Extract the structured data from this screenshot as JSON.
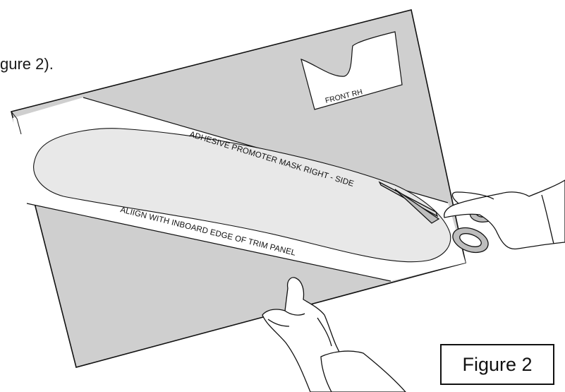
{
  "intro_text": "gure 2).",
  "figure_label": "Figure 2",
  "labels": {
    "front_rh": "FRONT RH",
    "mask_title": "ADHESIVE PROMOTER MASK RIGHT - SIDE",
    "align_note": "ALIIGN WITH INBOARD EDGE OF  TRIM PANEL"
  },
  "colors": {
    "sheet_gray": "#cfcfcf",
    "strip_white": "#ffffff",
    "mask_fill": "#e8e8e8",
    "outline": "#111111"
  }
}
